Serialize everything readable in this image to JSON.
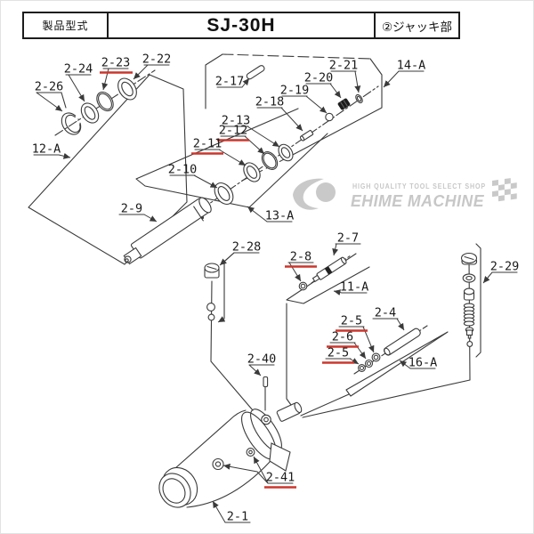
{
  "header": {
    "model_label": "製品型式",
    "model_value": "SJ-30H",
    "section_label": "②ジャッキ部"
  },
  "watermark": {
    "tagline": "HIGH QUALITY TOOL SELECT SHOP",
    "brand": "EHIME MACHINE"
  },
  "colors": {
    "diagram_line": "#3a3a3a",
    "label_text": "#1b1b1b",
    "highlight_underline": "#cc372d",
    "watermark_gray": "#c7c7c7"
  },
  "callouts": [
    {
      "id": "c0",
      "text": "2-24",
      "highlighted": false
    },
    {
      "id": "c1",
      "text": "2-23",
      "highlighted": true
    },
    {
      "id": "c2",
      "text": "2-22",
      "highlighted": false
    },
    {
      "id": "c3",
      "text": "2-26",
      "highlighted": false
    },
    {
      "id": "c4",
      "text": "2-17",
      "highlighted": false
    },
    {
      "id": "c5",
      "text": "2-21",
      "highlighted": false
    },
    {
      "id": "c6",
      "text": "2-20",
      "highlighted": false
    },
    {
      "id": "c7",
      "text": "14-A",
      "highlighted": false
    },
    {
      "id": "c8",
      "text": "2-19",
      "highlighted": false
    },
    {
      "id": "c9",
      "text": "2-18",
      "highlighted": false
    },
    {
      "id": "c10",
      "text": "2-13",
      "highlighted": false
    },
    {
      "id": "c11",
      "text": "2-12",
      "highlighted": true
    },
    {
      "id": "c12",
      "text": "2-11",
      "highlighted": true
    },
    {
      "id": "c13",
      "text": "12-A",
      "highlighted": false
    },
    {
      "id": "c14",
      "text": "2-10",
      "highlighted": false
    },
    {
      "id": "c15",
      "text": "2-9",
      "highlighted": false
    },
    {
      "id": "c16",
      "text": "13-A",
      "highlighted": false
    },
    {
      "id": "c17",
      "text": "2-28",
      "highlighted": false
    },
    {
      "id": "c18",
      "text": "2-7",
      "highlighted": false
    },
    {
      "id": "c19",
      "text": "2-8",
      "highlighted": true
    },
    {
      "id": "c20",
      "text": "11-A",
      "highlighted": false
    },
    {
      "id": "c21",
      "text": "2-29",
      "highlighted": false
    },
    {
      "id": "c22",
      "text": "2-5",
      "highlighted": true
    },
    {
      "id": "c23",
      "text": "2-4",
      "highlighted": false
    },
    {
      "id": "c24",
      "text": "2-6",
      "highlighted": true
    },
    {
      "id": "c25",
      "text": "2-5",
      "highlighted": true
    },
    {
      "id": "c26",
      "text": "2-40",
      "highlighted": false
    },
    {
      "id": "c27",
      "text": "16-A",
      "highlighted": false
    },
    {
      "id": "c28",
      "text": "2-41",
      "highlighted": true
    },
    {
      "id": "c29",
      "text": "2-1",
      "highlighted": false
    }
  ]
}
